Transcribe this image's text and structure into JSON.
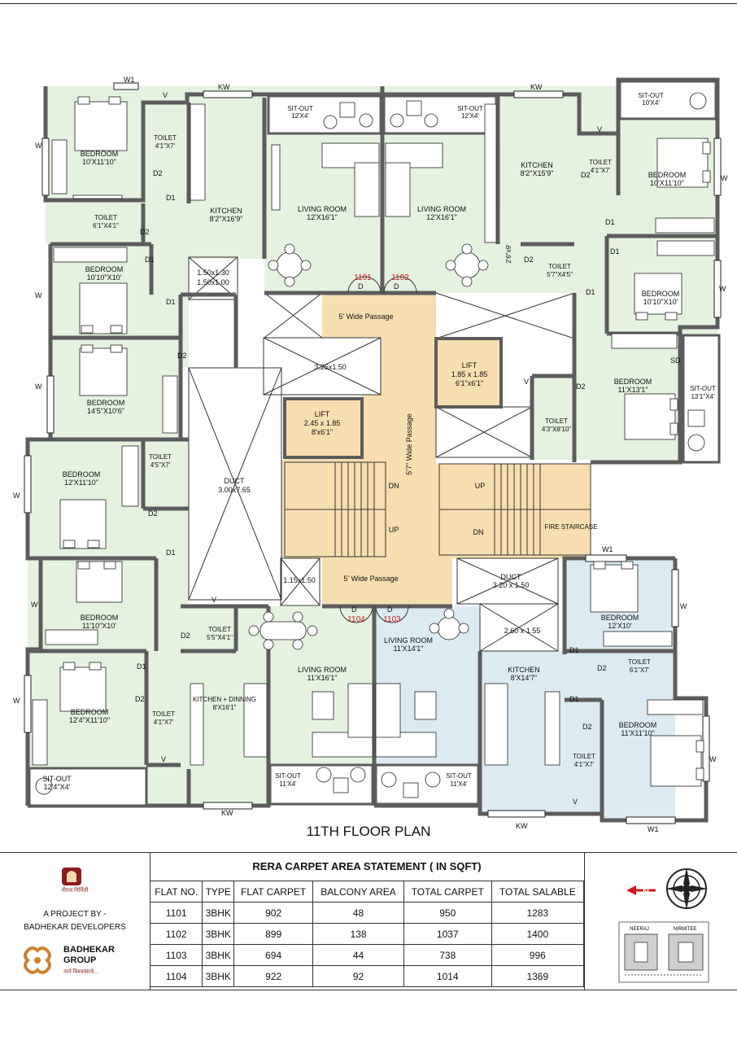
{
  "plan_title": "11TH FLOOR PLAN",
  "rooms": {
    "sitout_l_bot": {
      "name": "SIT-OUT",
      "size": "12'4\"X4'"
    },
    "bedroom_tl": {
      "name": "BEDROOM",
      "size": "10'X11'10\""
    },
    "toilet_tl": {
      "name": "TOILET",
      "size": "4'1\"X7'"
    },
    "toilet_mid_l": {
      "name": "TOILET",
      "size": "6'1\"X4'1\""
    },
    "kitchen_1101": {
      "name": "KITCHEN",
      "size": "8'2\"X16'9\""
    },
    "sitout_1101": {
      "name": "SIT-OUT",
      "size": "12'X4'"
    },
    "living_1101": {
      "name": "LIVING ROOM",
      "size": "12'X16'1\""
    },
    "sitout_1102": {
      "name": "SIT-OUT",
      "size": "12'X4'"
    },
    "living_1102": {
      "name": "LIVING ROOM",
      "size": "12'X16'1\""
    },
    "kitchen_1102": {
      "name": "KITCHEN",
      "size": "8'2\"X15'9\""
    },
    "toilet_tr": {
      "name": "TOILET",
      "size": "4'1\"X7'"
    },
    "sitout_tr": {
      "name": "SIT-OUT",
      "size": "10'X4'"
    },
    "bedroom_tr": {
      "name": "BEDROOM",
      "size": "10'X11'10\""
    },
    "bedroom_l2": {
      "name": "BEDROOM",
      "size": "10'10\"X10'"
    },
    "bedroom_l3": {
      "name": "BEDROOM",
      "size": "14'5\"X10'6\""
    },
    "toilet_r2": {
      "name": "TOILET",
      "size": "5'7\"X4'5\""
    },
    "bedroom_r2": {
      "name": "BEDROOM",
      "size": "10'10\"X10'"
    },
    "bedroom_r3": {
      "name": "BEDROOM",
      "size": "11'X13'1\""
    },
    "sitout_r3": {
      "name": "SIT-OUT",
      "size": "13'1\"X4'"
    },
    "toilet_r3": {
      "name": "TOILET",
      "size": "4'3\"X8'10\""
    },
    "bedroom_l4": {
      "name": "BEDROOM",
      "size": "12'X11'10\""
    },
    "toilet_l4": {
      "name": "TOILET",
      "size": "4'5\"X7'"
    },
    "bedroom_l5": {
      "name": "BEDROOM",
      "size": "11'10\"X10'"
    },
    "toilet_l5": {
      "name": "TOILET",
      "size": "5'5\"X4'1\""
    },
    "bedroom_l6": {
      "name": "BEDROOM",
      "size": "12'4\"X11'10\""
    },
    "toilet_l6": {
      "name": "TOILET",
      "size": "4'1\"X7'"
    },
    "living_1104": {
      "name": "LIVING ROOM",
      "size": "11'X16'1\""
    },
    "kitchen_1104": {
      "name": "KITCHEN + DINNING",
      "size": "8'X16'1\""
    },
    "sitout_1104": {
      "name": "SIT-OUT",
      "size": "11'X4'"
    },
    "living_1103": {
      "name": "LIVING ROOM",
      "size": "11'X14'1\""
    },
    "kitchen_1103": {
      "name": "KITCHEN",
      "size": "8'X14'7\""
    },
    "sitout_1103": {
      "name": "SIT-OUT",
      "size": "11'X4'"
    },
    "bedroom_1103a": {
      "name": "BEDROOM",
      "size": "12'X10'"
    },
    "toilet_1103a": {
      "name": "TOILET",
      "size": "6'1\"X7'"
    },
    "bedroom_1103b": {
      "name": "BEDROOM",
      "size": "11'X11'10\""
    },
    "toilet_1103b": {
      "name": "TOILET",
      "size": "4'1\"X7'"
    }
  },
  "core": {
    "passage_top": "5' Wide Passage",
    "passage_vertical": "5'7\" Wide Passage",
    "passage_bottom": "5' Wide Passage",
    "lift_a": {
      "name": "LIFT",
      "dim1": "2.45 x 1.85",
      "dim2": "8'x6'1\""
    },
    "lift_b": {
      "name": "LIFT",
      "dim1": "1.85 x 1.85",
      "dim2": "6'1\"x6'1\""
    },
    "duct_main": {
      "name": "DUCT",
      "size": "3.00x7.65"
    },
    "duct_right": {
      "name": "DUCT",
      "size": "3.20 x 1.50"
    },
    "shaft_top_left": {
      "l1": "1.50x1.30",
      "l2": "1.50x1.00"
    },
    "shaft_mid": "3.25x1.50",
    "shaft_small": "1.15x1.50",
    "shaft_right": "2.60 x 1.55",
    "vertical_dim": "2'6\"x9'",
    "fire_staircase": "FIRE STAIRCASE",
    "stair_up": "UP",
    "stair_dn": "DN"
  },
  "flat_numbers": [
    "1101",
    "1102",
    "1103",
    "1104"
  ],
  "markers": {
    "w": "W",
    "w1": "W1",
    "kw": "KW",
    "v": "V",
    "d": "D",
    "d1": "D1",
    "d2": "D2",
    "sd": "SD"
  },
  "brand": {
    "logo_text": "नीरज निर्मिती",
    "project_by": "A PROJECT BY -",
    "developer": "BADHEKAR DEVELOPERS",
    "group_line1": "BADHEKAR",
    "group_line2": "GROUP",
    "group_tagline": "नाते विश्वासाचे..."
  },
  "rera_table": {
    "title": "RERA CARPET AREA STATEMENT  ( IN SQFT)",
    "headers": [
      "FLAT NO.",
      "TYPE",
      "FLAT CARPET",
      "BALCONY AREA",
      "TOTAL CARPET",
      "TOTAL SALABLE"
    ],
    "rows": [
      [
        "1101",
        "3BHK",
        "902",
        "48",
        "950",
        "1283"
      ],
      [
        "1102",
        "3BHK",
        "899",
        "138",
        "1037",
        "1400"
      ],
      [
        "1103",
        "3BHK",
        "694",
        "44",
        "738",
        "996"
      ],
      [
        "1104",
        "3BHK",
        "922",
        "92",
        "1014",
        "1369"
      ]
    ]
  },
  "compass": {
    "letter": "N"
  },
  "keyplan": {
    "left": "NEERAJ",
    "right": "NIRMITEE"
  },
  "colors": {
    "green": "#e4f2df",
    "blue": "#dcebf2",
    "core": "#f7deb0",
    "wall": "#5c5c5c",
    "red": "#d01818"
  }
}
